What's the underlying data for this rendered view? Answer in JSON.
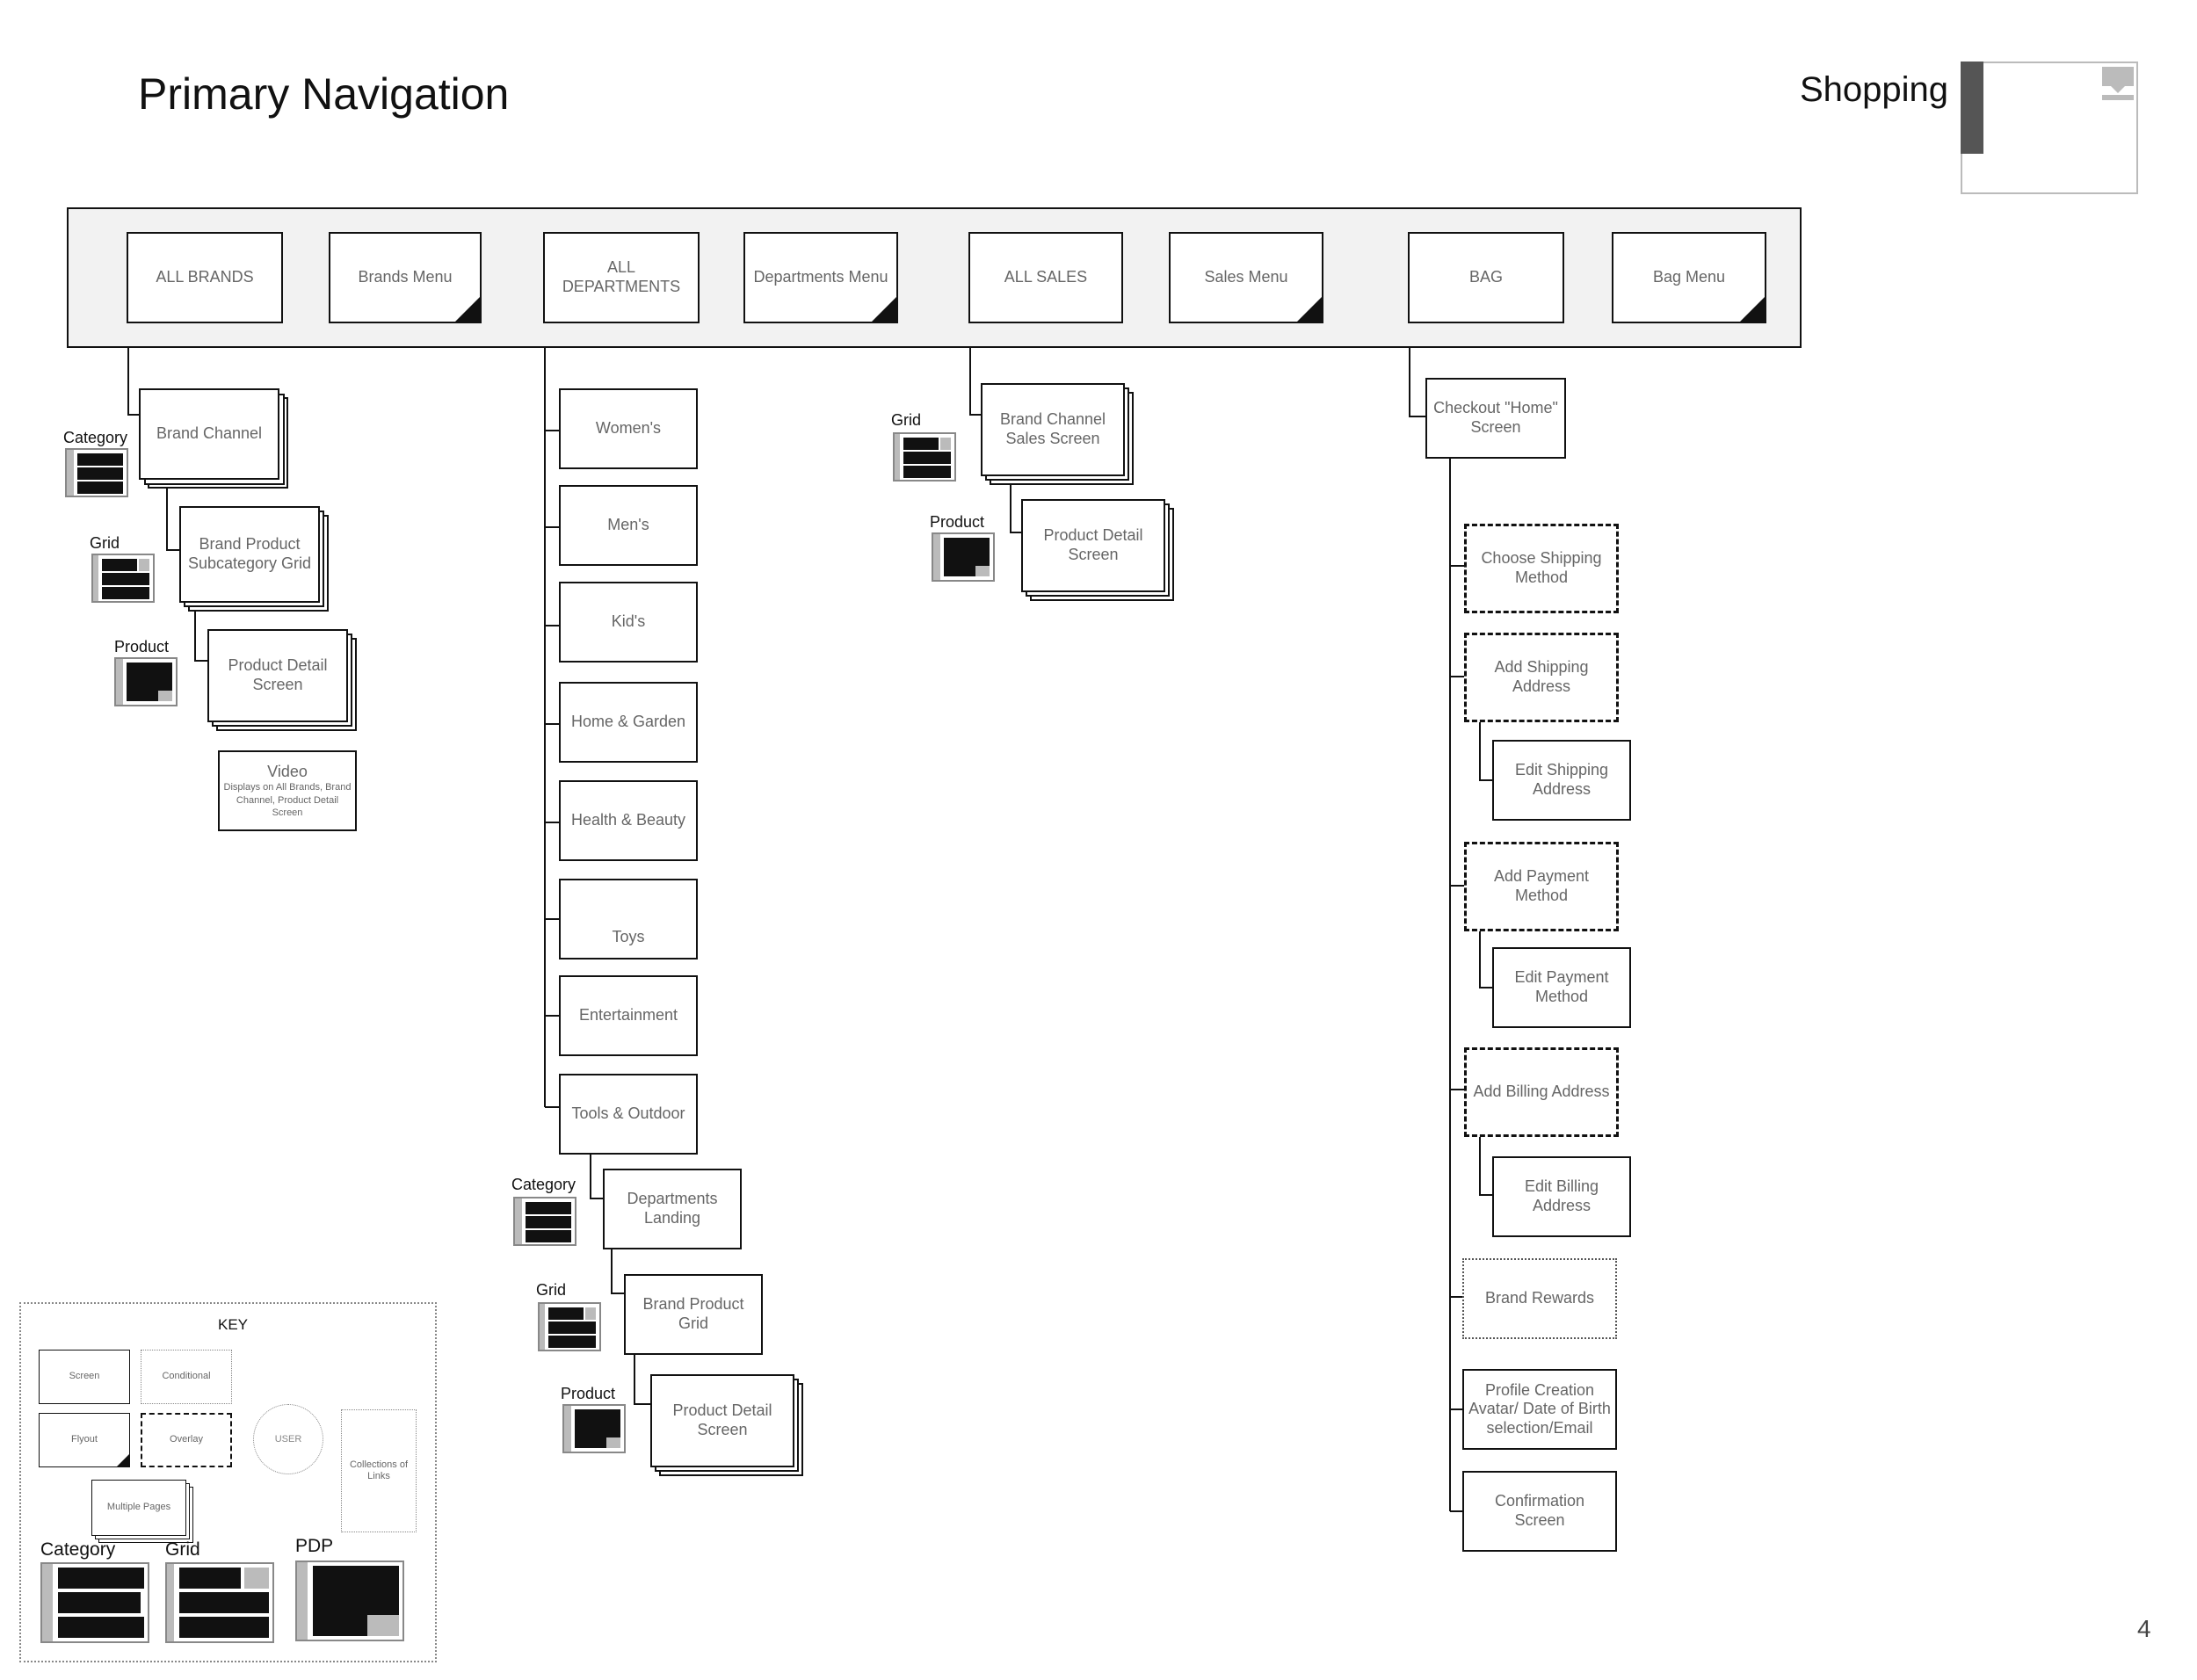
{
  "page": {
    "title": "Primary Navigation",
    "section": "Shopping",
    "page_number": "4"
  },
  "nav": {
    "all_brands": "ALL BRANDS",
    "brands_menu": "Brands Menu",
    "all_departments": "ALL DEPARTMENTS",
    "departments_menu": "Departments Menu",
    "all_sales": "ALL SALES",
    "sales_menu": "Sales Menu",
    "bag": "BAG",
    "bag_menu": "Bag Menu"
  },
  "brands_branch": {
    "category_label": "Category",
    "grid_label": "Grid",
    "product_label": "Product",
    "brand_channel": "Brand Channel",
    "subcategory_grid": "Brand Product Subcategory Grid",
    "product_detail": "Product Detail Screen",
    "video_title": "Video",
    "video_note": "Displays on All Brands, Brand Channel, Product Detail Screen"
  },
  "departments_branch": {
    "items": [
      "Women's",
      "Men's",
      "Kid's",
      "Home & Garden",
      "Health & Beauty",
      "Toys",
      "Entertainment",
      "Tools & Outdoor"
    ],
    "category_label": "Category",
    "grid_label": "Grid",
    "product_label": "Product",
    "landing": "Departments Landing",
    "brand_grid": "Brand Product Grid",
    "product_detail": "Product Detail Screen"
  },
  "sales_branch": {
    "grid_label": "Grid",
    "product_label": "Product",
    "sales_screen": "Brand Channel Sales Screen",
    "product_detail": "Product Detail Screen"
  },
  "bag_branch": {
    "checkout_home": "Checkout \"Home\" Screen",
    "choose_shipping": "Choose Shipping Method",
    "add_shipping": "Add Shipping Address",
    "edit_shipping": "Edit Shipping Address",
    "add_payment": "Add Payment Method",
    "edit_payment": "Edit Payment Method",
    "add_billing": "Add Billing Address",
    "edit_billing": "Edit Billing Address",
    "brand_rewards": "Brand Rewards",
    "profile_creation": "Profile Creation Avatar/ Date of Birth selection/Email",
    "confirmation": "Confirmation Screen"
  },
  "key": {
    "title": "KEY",
    "screen": "Screen",
    "conditional": "Conditional",
    "flyout": "Flyout",
    "overlay": "Overlay",
    "user": "USER",
    "collections": "Collections of Links",
    "multiple_pages": "Multiple Pages",
    "category": "Category",
    "grid": "Grid",
    "pdp": "PDP"
  }
}
